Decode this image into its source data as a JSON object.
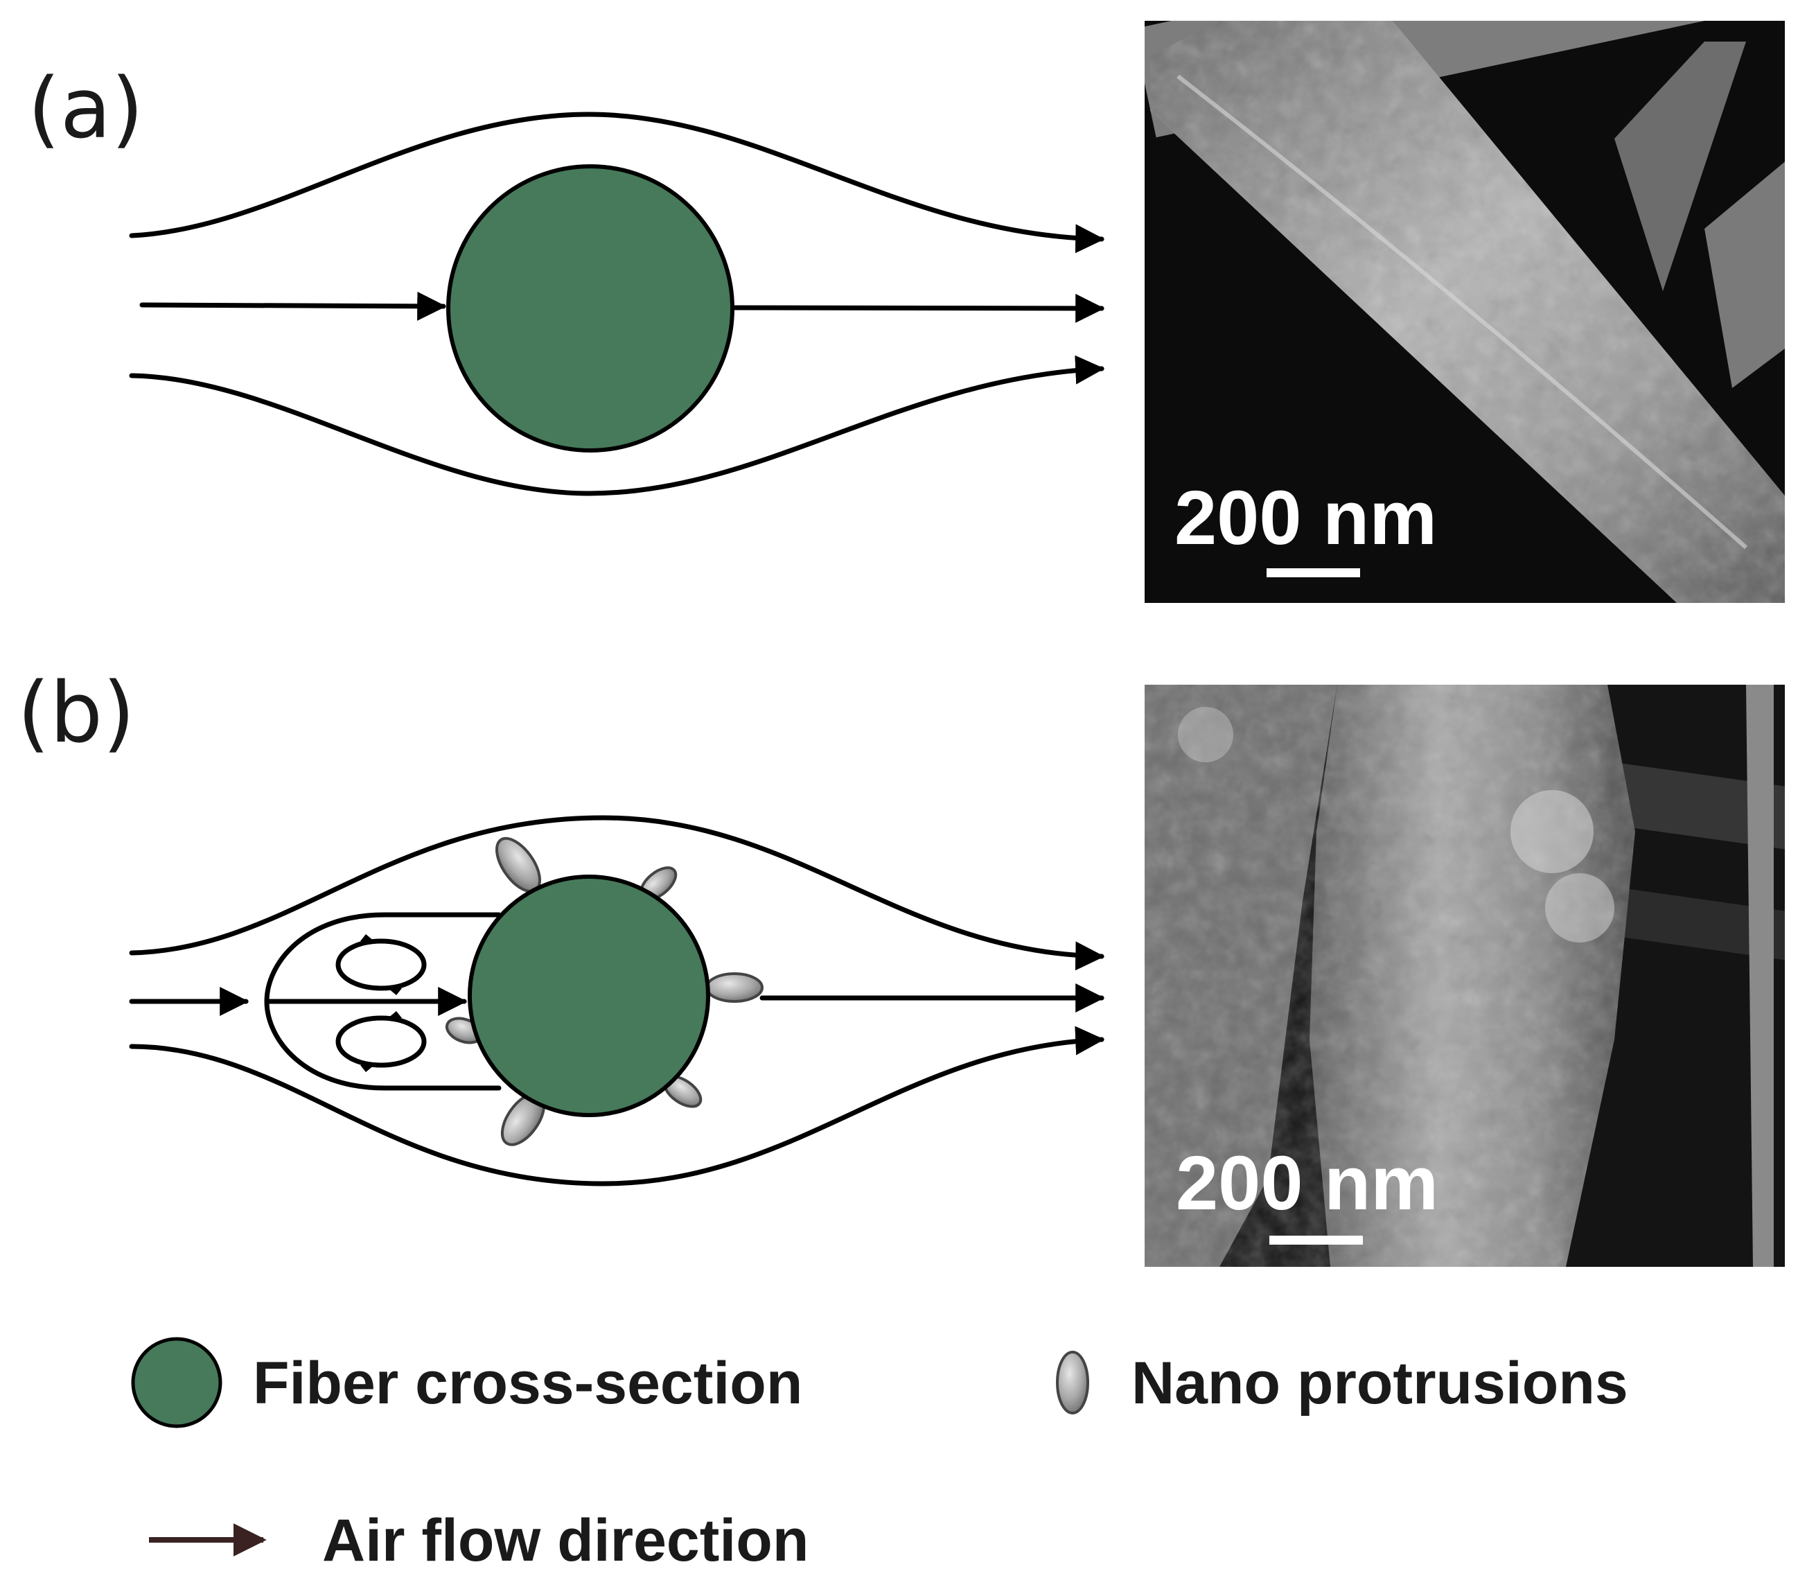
{
  "panels": {
    "a": {
      "label": "(a)",
      "scale_bar": "200 nm"
    },
    "b": {
      "label": "(b)",
      "scale_bar": "200 nm"
    }
  },
  "legend": {
    "fiber": "Fiber cross-section",
    "nano": "Nano protrusions",
    "airflow": "Air flow direction"
  },
  "colors": {
    "fiber": "#467a5a",
    "nano": "#a8a8a8",
    "stroke": "#000000",
    "sem_background": "#0c0c0c"
  }
}
